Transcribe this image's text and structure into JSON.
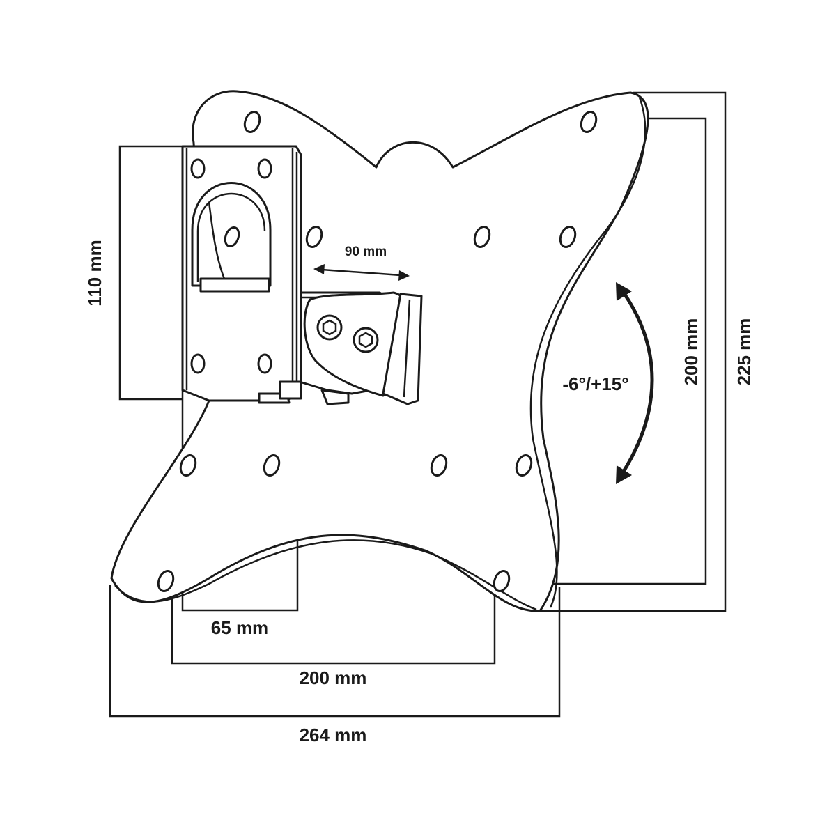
{
  "diagram": {
    "labels": {
      "bracket_height": "110 mm",
      "arm_length": "90 mm",
      "tilt_range": "-6°/+15°",
      "inner_vertical": "200 mm",
      "outer_vertical": "225 mm",
      "bracket_width": "65 mm",
      "inner_horizontal": "200 mm",
      "outer_horizontal": "264 mm"
    },
    "stroke_color": "#1a1a1a",
    "background_color": "#ffffff"
  }
}
